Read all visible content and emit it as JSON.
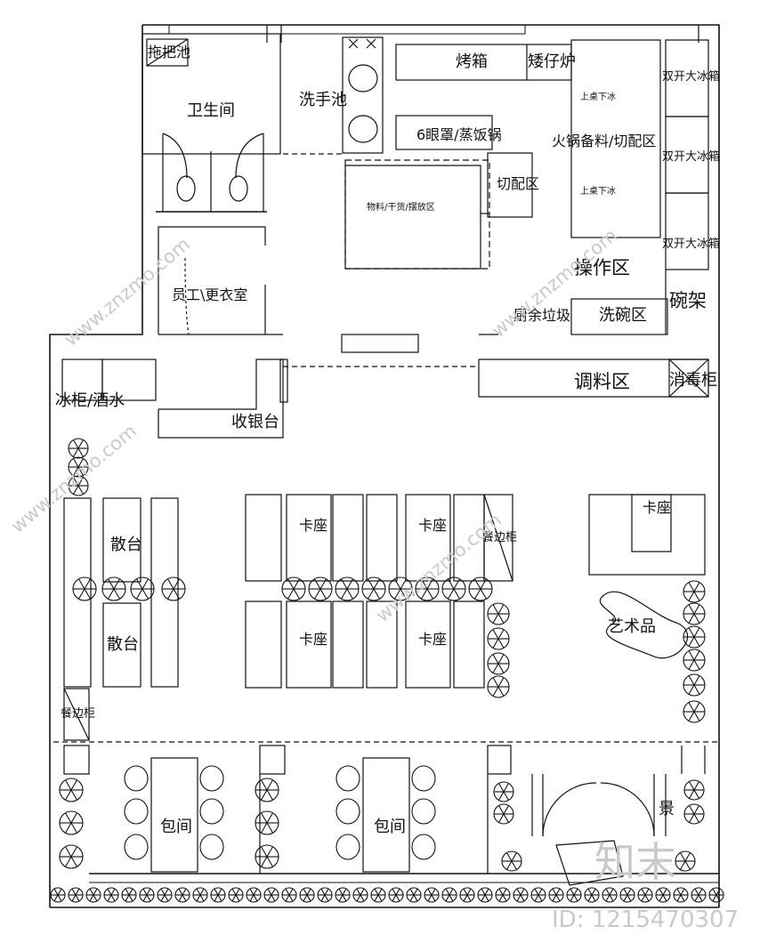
{
  "rooms": {
    "mop_sink": "拖把池",
    "restroom": "卫生间",
    "hand_wash": "洗手池",
    "oven": "烤箱",
    "low_stove": "矮仔炉",
    "hood_rice": "6眼罩/蒸饭锅",
    "prep_cut": "切配区",
    "hotpot_prep": "火锅备料/切配区",
    "under_counter_1": "上桌下冰",
    "under_counter_2": "上桌下冰",
    "fridge_1": "双开大冰箱",
    "fridge_2": "双开大冰箱",
    "fridge_3": "双开大冰箱",
    "storage": "物料/干货/摆放区",
    "operation": "操作区",
    "bowl_rack": "碗架",
    "staff_locker": "员工\\更衣室",
    "kitchen_waste": "厨余垃圾",
    "dishwash": "洗碗区",
    "seasoning": "调料区",
    "disinfect": "消毒柜",
    "cooler_drinks": "冰柜/酒水",
    "cashier": "收银台",
    "booth_1": "卡座",
    "booth_2": "卡座",
    "booth_3": "卡座",
    "booth_4": "卡座",
    "booth_5": "卡座",
    "table_1": "散台",
    "table_2": "散台",
    "side_cabinet_1": "餐边柜",
    "side_cabinet_2": "餐边柜",
    "artwork": "艺术品",
    "private_1": "包间",
    "private_2": "包间",
    "landscape": "景"
  },
  "watermark": {
    "brand": "知末",
    "id": "ID: 1215470307",
    "url": "www.znzmo.com"
  }
}
